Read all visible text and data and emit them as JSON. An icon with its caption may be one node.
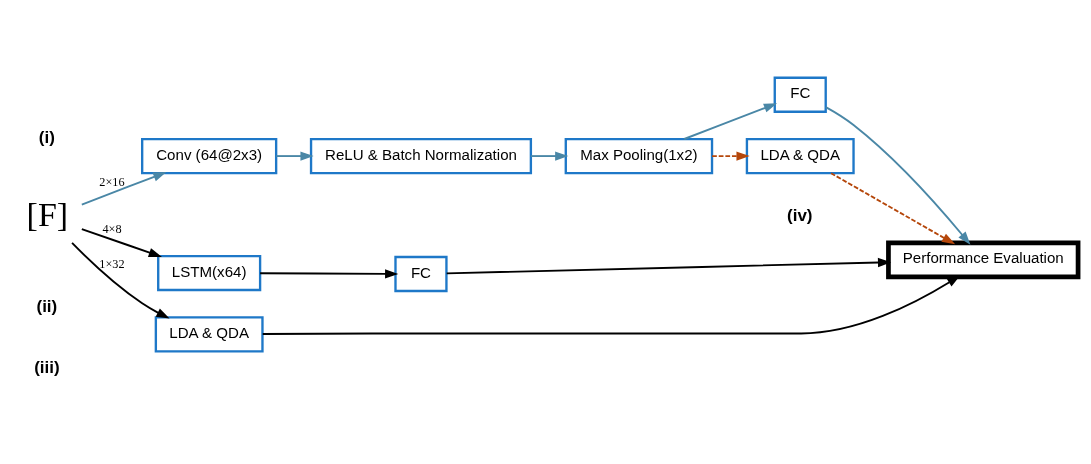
{
  "diagram": {
    "nodes": [
      {
        "text": [
          "[F]"
        ]
      },
      {
        "text": [
          "Conv (64@2x3)"
        ]
      },
      {
        "text": [
          "ReLU & Batch Normalization"
        ]
      },
      {
        "text": [
          "Max Pooling(1x2)"
        ]
      },
      {
        "text": [
          "FC"
        ]
      },
      {
        "text": [
          "LSTM(x64)"
        ]
      },
      {
        "text": [
          "FC"
        ]
      },
      {
        "text": [
          "LDA & QDA"
        ]
      },
      {
        "text": [
          "Performance Evaluation"
        ]
      },
      {
        "text": [
          "LDA & QDA"
        ]
      }
    ],
    "edges": [
      {
        "from": 0,
        "to": 1,
        "arrow": "to",
        "label": "2×16",
        "color": "#4a87a6"
      },
      {
        "from": 1,
        "to": 2,
        "arrow": "to",
        "color": "#4a87a6"
      },
      {
        "from": 2,
        "to": 3,
        "arrow": "to",
        "color": "#4a87a6"
      },
      {
        "from": 3,
        "to": 4,
        "arrow": "to",
        "color": "#4a87a6"
      },
      {
        "from": 0,
        "to": 5,
        "arrow": "to",
        "label": "4×8",
        "color": "#000000"
      },
      {
        "from": 0,
        "to": 9,
        "arrow": "to",
        "label": "1×32",
        "color": "#000000"
      },
      {
        "from": 3,
        "to": 7,
        "arrow": "to",
        "style": "dashed",
        "color": "#b5470b"
      },
      {
        "from": 5,
        "to": 6,
        "arrow": "to",
        "color": "#000000"
      },
      {
        "from": 7,
        "to": 8,
        "arrow": "to",
        "style": "dashed",
        "color": "#b5470b"
      },
      {
        "from": 6,
        "to": 8,
        "arrow": "to",
        "color": "#000000"
      },
      {
        "from": 9,
        "to": 8,
        "arrow": "to",
        "color": "#000000"
      },
      {
        "from": 4,
        "to": 8,
        "arrow": "to",
        "color": "#4a87a6"
      }
    ],
    "labels": [
      "(i)",
      "(ii)",
      "(iii)",
      "(iv)"
    ]
  }
}
